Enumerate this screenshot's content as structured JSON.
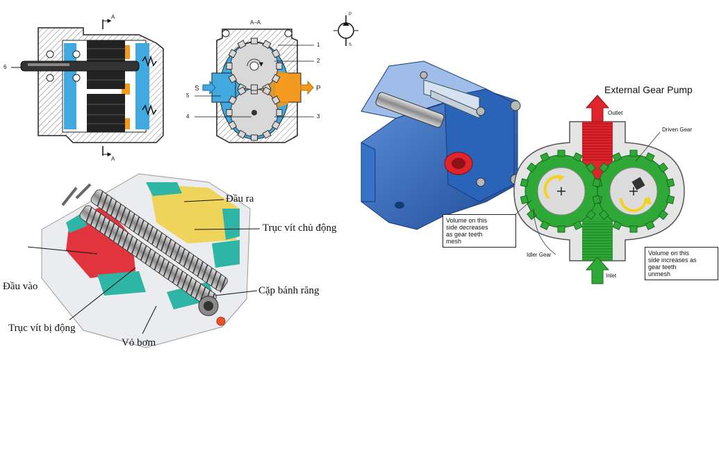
{
  "section_view": {
    "label": "A",
    "title": "A–A",
    "numbers": [
      "1",
      "2",
      "3",
      "4",
      "5",
      "6"
    ],
    "suction": "S",
    "pressure": "P",
    "symbol_p": "P",
    "symbol_s": "S"
  },
  "screw_pump": {
    "outlet": "Đầu ra",
    "drive_screw": "Trục vít chủ động",
    "inlet": "Đầu vào",
    "gear_pair": "Cặp bánh răng",
    "driven_screw": "Trục vít bị động",
    "housing": "Vỏ bơm"
  },
  "external_gear_pump": {
    "title": "External Gear Pump",
    "outlet": "Outlet",
    "inlet": "Inlet",
    "driven_gear": "Driven Gear",
    "idler_gear": "Idler Gear",
    "note_decrease": "Volume on this\nside decreases\nas gear teeth\nmesh",
    "note_increase": "Volume on this\nside increases as\ngear teeth\nunmesh"
  },
  "colors": {
    "hydraulic_blue": "#3fa9e0",
    "orange": "#f39a1e",
    "teal": "#2fb5a5",
    "red": "#e0242c",
    "green": "#2ea836",
    "pump_blue": "#2a64b8"
  }
}
